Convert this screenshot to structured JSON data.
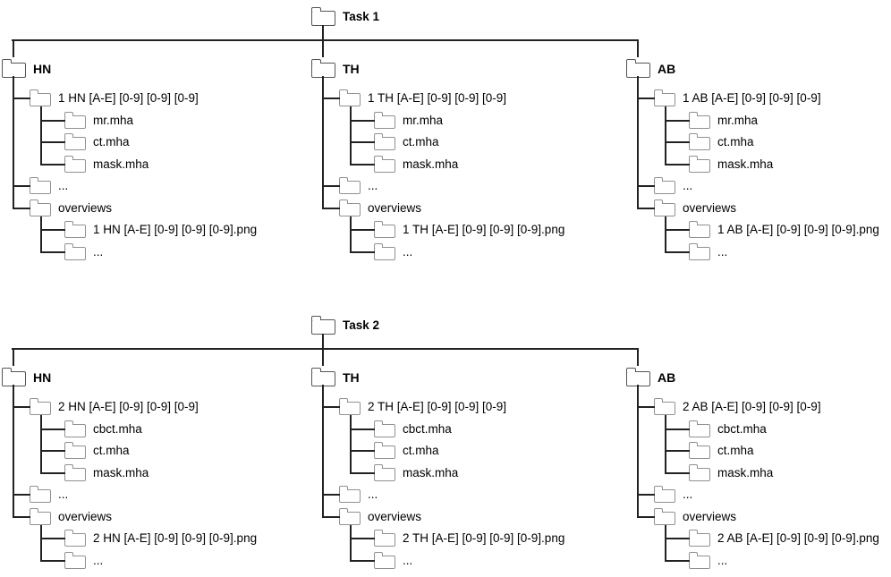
{
  "figure_title": "Dataset folder structure diagram",
  "colors": {
    "background": "#ffffff",
    "connector_line": "#222222",
    "root_folder_outline": "#555555",
    "child_folder_outline": "#919191",
    "text": "#000000"
  },
  "icons": {
    "folder": "folder-icon"
  },
  "tasks": [
    {
      "label": "Task 1",
      "branches": [
        {
          "label": "HN",
          "tree": [
            {
              "label": "1 HN [A-E] [0-9] [0-9] [0-9]",
              "children": [
                {
                  "label": "mr.mha"
                },
                {
                  "label": "ct.mha"
                },
                {
                  "label": "mask.mha"
                }
              ]
            },
            {
              "label": "..."
            },
            {
              "label": "overviews",
              "children": [
                {
                  "label": "1 HN [A-E] [0-9] [0-9] [0-9].png"
                },
                {
                  "label": "..."
                }
              ]
            }
          ]
        },
        {
          "label": "TH",
          "tree": [
            {
              "label": "1 TH [A-E] [0-9] [0-9] [0-9]",
              "children": [
                {
                  "label": "mr.mha"
                },
                {
                  "label": "ct.mha"
                },
                {
                  "label": "mask.mha"
                }
              ]
            },
            {
              "label": "..."
            },
            {
              "label": "overviews",
              "children": [
                {
                  "label": "1 TH [A-E] [0-9] [0-9] [0-9].png"
                },
                {
                  "label": "..."
                }
              ]
            }
          ]
        },
        {
          "label": "AB",
          "tree": [
            {
              "label": "1 AB [A-E] [0-9] [0-9] [0-9]",
              "children": [
                {
                  "label": "mr.mha"
                },
                {
                  "label": "ct.mha"
                },
                {
                  "label": "mask.mha"
                }
              ]
            },
            {
              "label": "..."
            },
            {
              "label": "overviews",
              "children": [
                {
                  "label": "1 AB [A-E] [0-9] [0-9] [0-9].png"
                },
                {
                  "label": "..."
                }
              ]
            }
          ]
        }
      ]
    },
    {
      "label": "Task 2",
      "branches": [
        {
          "label": "HN",
          "tree": [
            {
              "label": "2 HN [A-E] [0-9] [0-9] [0-9]",
              "children": [
                {
                  "label": "cbct.mha"
                },
                {
                  "label": "ct.mha"
                },
                {
                  "label": "mask.mha"
                }
              ]
            },
            {
              "label": "..."
            },
            {
              "label": "overviews",
              "children": [
                {
                  "label": "2 HN [A-E] [0-9] [0-9] [0-9].png"
                },
                {
                  "label": "..."
                }
              ]
            }
          ]
        },
        {
          "label": "TH",
          "tree": [
            {
              "label": "2 TH [A-E] [0-9] [0-9] [0-9]",
              "children": [
                {
                  "label": "cbct.mha"
                },
                {
                  "label": "ct.mha"
                },
                {
                  "label": "mask.mha"
                }
              ]
            },
            {
              "label": "..."
            },
            {
              "label": "overviews",
              "children": [
                {
                  "label": "2 TH [A-E] [0-9] [0-9] [0-9].png"
                },
                {
                  "label": "..."
                }
              ]
            }
          ]
        },
        {
          "label": "AB",
          "tree": [
            {
              "label": "2 AB [A-E] [0-9] [0-9] [0-9]",
              "children": [
                {
                  "label": "cbct.mha"
                },
                {
                  "label": "ct.mha"
                },
                {
                  "label": "mask.mha"
                }
              ]
            },
            {
              "label": "..."
            },
            {
              "label": "overviews",
              "children": [
                {
                  "label": "2 AB [A-E] [0-9] [0-9] [0-9].png"
                },
                {
                  "label": "..."
                }
              ]
            }
          ]
        }
      ]
    }
  ]
}
